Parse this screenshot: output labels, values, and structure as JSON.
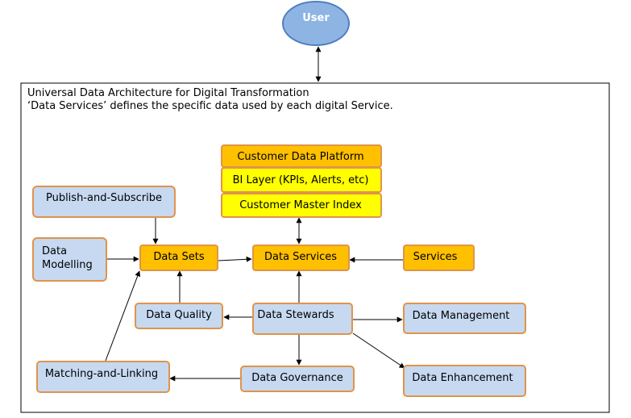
{
  "header": {
    "title": "Universal Data Architecture for Digital Transformation",
    "subtitle": "‘Data Services’ defines the specific data used by each digital Service."
  },
  "nodes": {
    "user": "User",
    "customer_data_platform": "Customer Data Platform",
    "bi_layer": "BI Layer (KPIs, Alerts, etc)",
    "customer_master_index": "Customer Master Index",
    "publish_and_subscribe": "Publish-and-Subscribe",
    "data_modelling_line1": "Data",
    "data_modelling_line2": "Modelling",
    "data_sets": "Data Sets",
    "data_services": "Data Services",
    "services": "Services",
    "data_quality": "Data Quality",
    "data_stewards": "Data Stewards",
    "data_management": "Data Management",
    "matching_and_linking": "Matching-and-Linking",
    "data_governance": "Data Governance",
    "data_enhancement": "Data Enhancement"
  },
  "colors": {
    "blue_fill": "#c6d9f1",
    "blue_stroke": "#e0944a",
    "orange_fill": "#ffc000",
    "orange_stroke": "#e0944a",
    "yellow_fill": "#ffff00",
    "yellow_stroke": "#e0944a",
    "user_fill": "#8eb4e3",
    "user_stroke": "#4f7fbf"
  }
}
